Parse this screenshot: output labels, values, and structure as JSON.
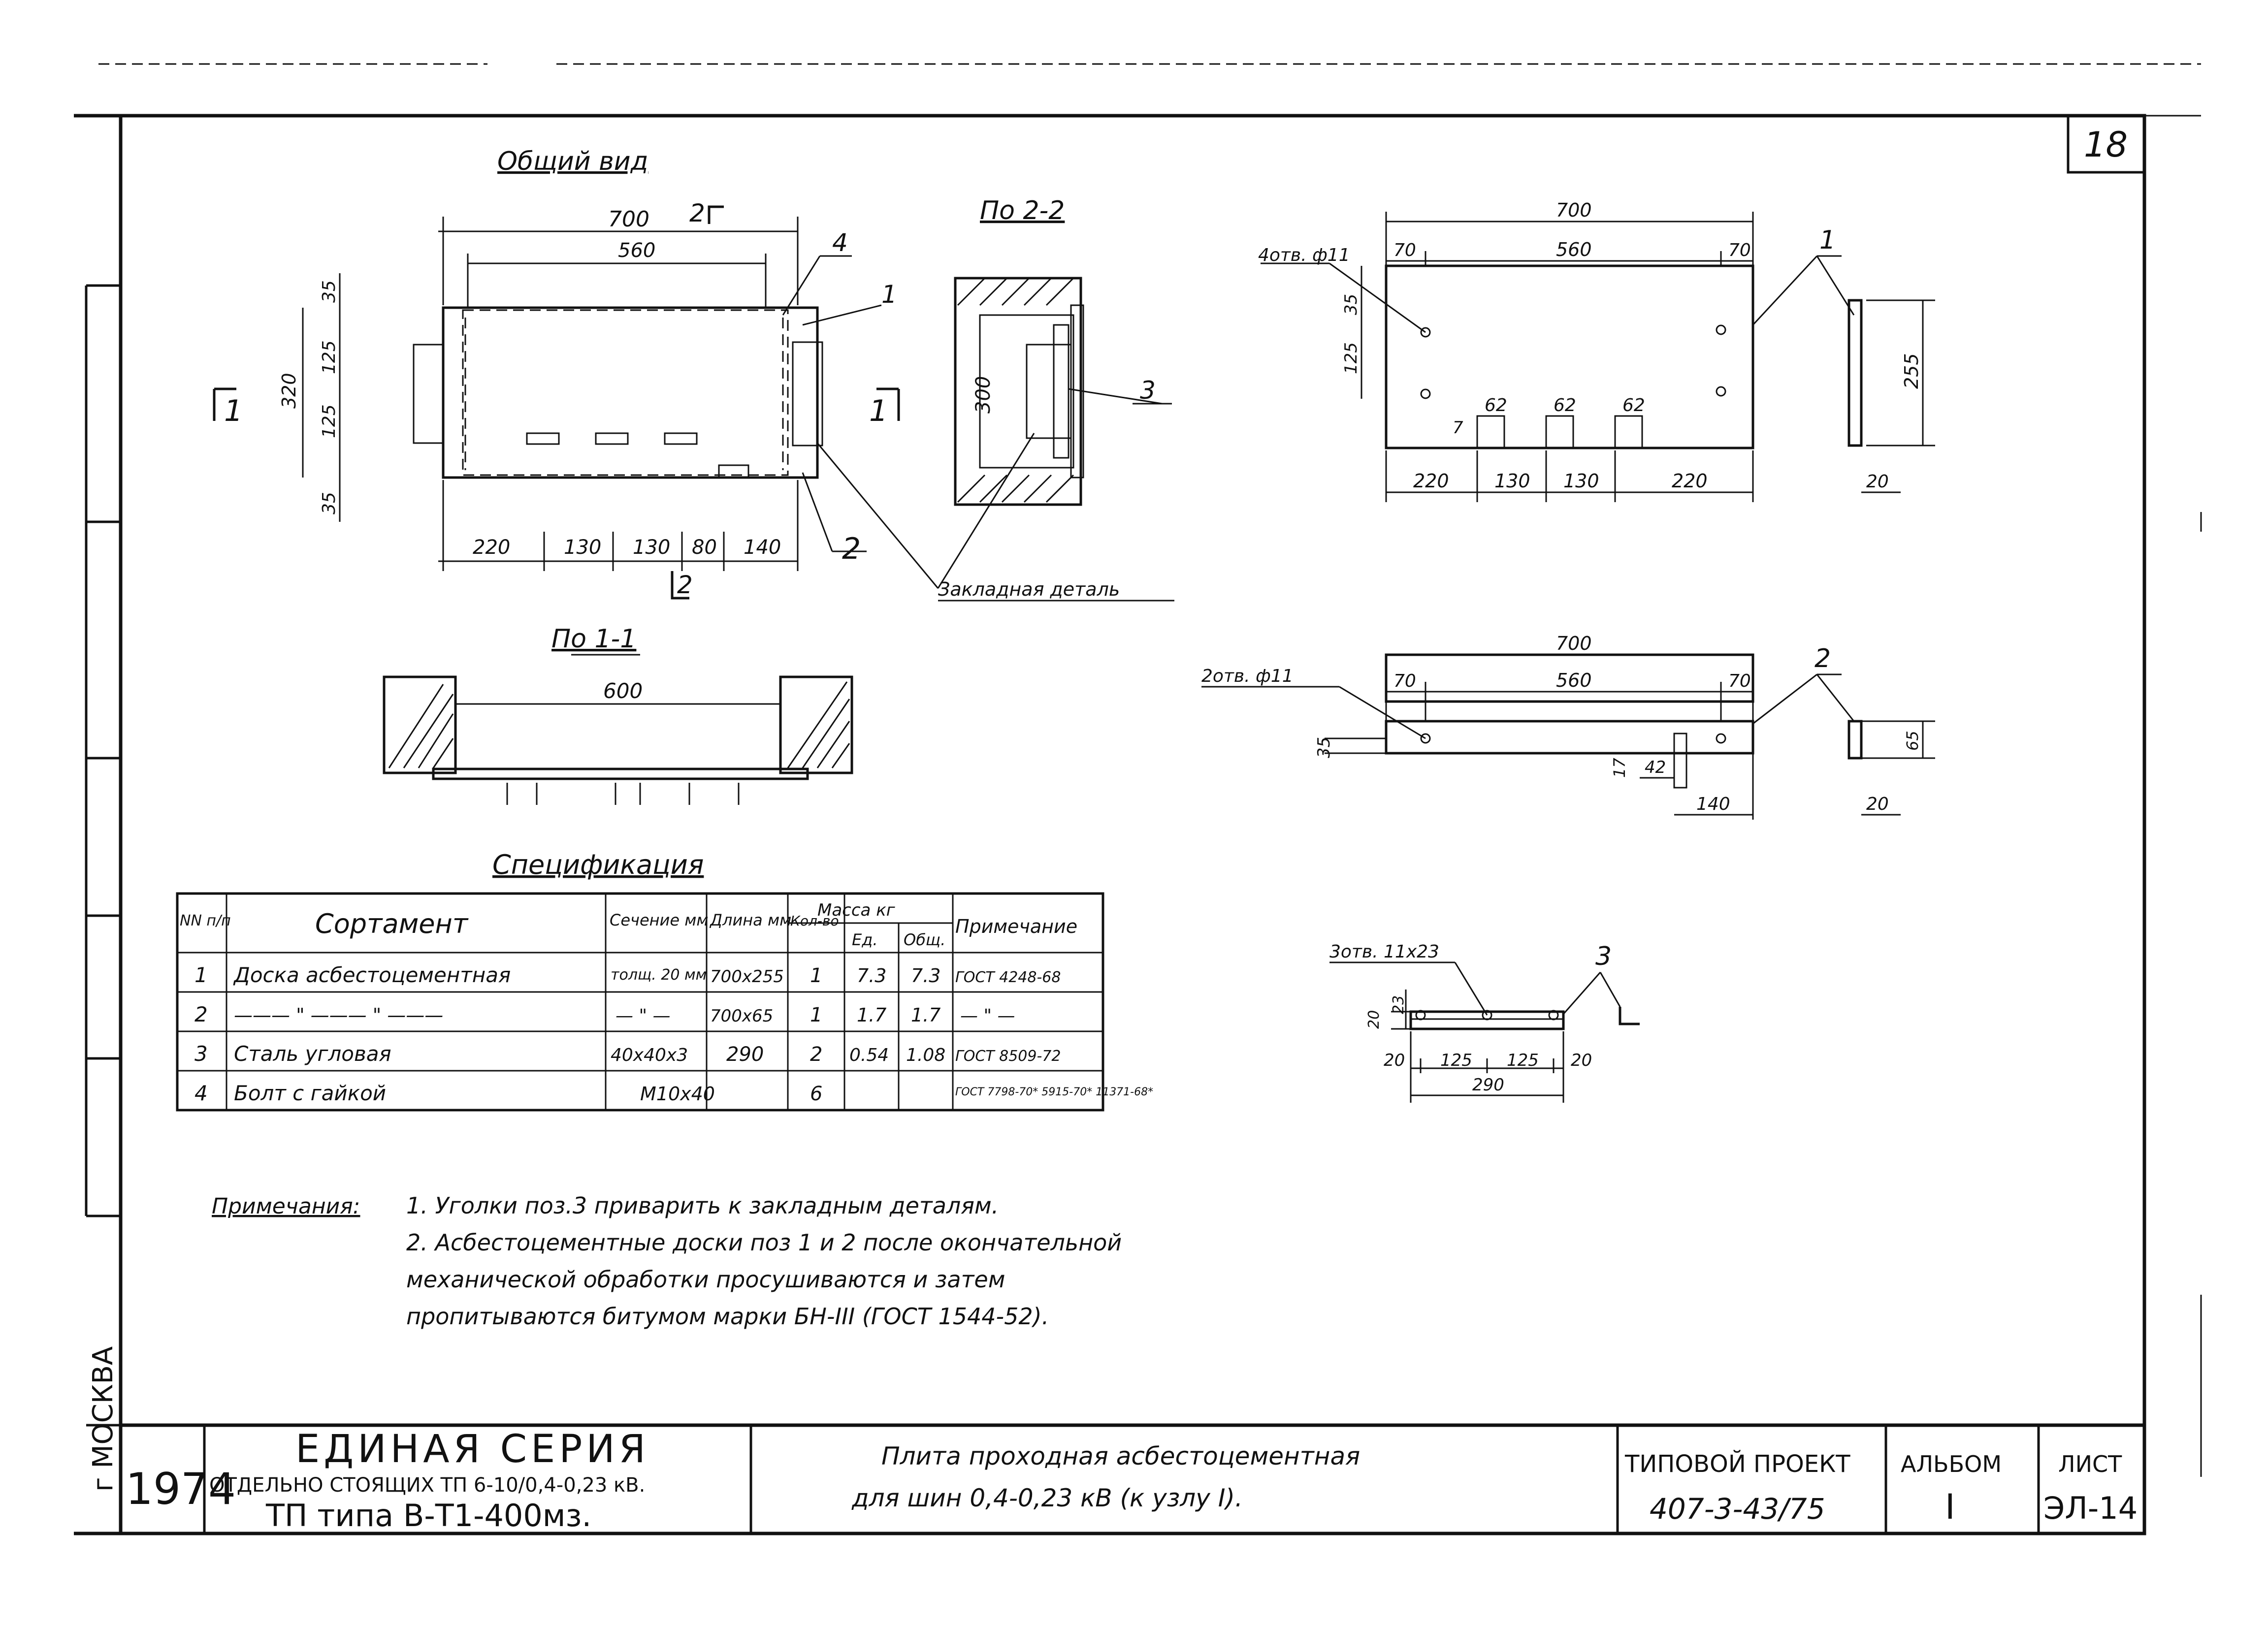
{
  "sheet_number": "18",
  "general_view": {
    "title": "Общий вид",
    "section_mark_2": "2",
    "section_mark_1": "1",
    "dims": {
      "overall_width": "700",
      "inner_width": "560",
      "height": "320",
      "top_margin": "35",
      "bottom_margin": "35",
      "upper_125": "125",
      "lower_125": "125",
      "b1": "220",
      "b2": "130",
      "b3": "130",
      "b4": "80",
      "b5": "140"
    },
    "callouts": {
      "c4": "4",
      "c1": "1",
      "c2": "2"
    }
  },
  "section_22": {
    "title": "По 2-2",
    "dim_300": "300",
    "callout_3": "3",
    "embedded_label": "Закладная деталь"
  },
  "section_11": {
    "title": "По 1-1",
    "dim_600": "600"
  },
  "part1": {
    "holes": "4отв. ф11",
    "dims": {
      "w700": "700",
      "d70a": "70",
      "d560": "560",
      "d70b": "70",
      "d35": "35",
      "d125": "125",
      "n62a": "62",
      "n62b": "62",
      "n62c": "62",
      "notch_depth": "7",
      "b220a": "220",
      "b130a": "130",
      "b130b": "130",
      "b220b": "220",
      "side_h": "255",
      "side_t": "20"
    },
    "callout": "1"
  },
  "part2": {
    "holes": "2отв. ф11",
    "dims": {
      "w700": "700",
      "d70a": "70",
      "d560": "560",
      "d70b": "70",
      "d35": "35",
      "d17": "17",
      "d42": "42",
      "d140": "140",
      "side_h": "65",
      "side_t": "20"
    },
    "callout": "2"
  },
  "part3": {
    "holes": "3отв. 11х23",
    "dims": {
      "d23": "23",
      "d20": "20",
      "b20a": "20",
      "b125a": "125",
      "b125b": "125",
      "b20b": "20",
      "total": "290"
    },
    "callout": "3"
  },
  "spec": {
    "title": "Спецификация",
    "headers": {
      "num": "NN п/п",
      "assort": "Сортамент",
      "section": "Сечение мм",
      "length": "Длина мм",
      "qty": "Кол-во",
      "mass": "Масса кг",
      "mass_unit": "Ед.",
      "mass_total": "Общ.",
      "note": "Примечание"
    },
    "rows": [
      {
        "num": "1",
        "assort": "Доска асбестоцементная",
        "section": "толщ. 20 мм",
        "length": "700x255",
        "qty": "1",
        "unit": "7.3",
        "total": "7.3",
        "note": "ГОСТ 4248-68"
      },
      {
        "num": "2",
        "assort": "——— \" ——— \" ———",
        "section": "— \" —",
        "length": "700x65",
        "qty": "1",
        "unit": "1.7",
        "total": "1.7",
        "note": "— \" —"
      },
      {
        "num": "3",
        "assort": "Сталь угловая",
        "section": "40x40x3",
        "length": "290",
        "qty": "2",
        "unit": "0.54",
        "total": "1.08",
        "note": "ГОСТ 8509-72"
      },
      {
        "num": "4",
        "assort": "Болт с гайкой",
        "section": "М10x40",
        "length": "",
        "qty": "6",
        "unit": "",
        "total": "",
        "note": "ГОСТ 7798-70* 5915-70* 11371-68*"
      }
    ]
  },
  "notes": {
    "label": "Примечания:",
    "lines": [
      "1. Уголки поз.3 приварить к закладным деталям.",
      "2. Асбестоцементные доски поз 1 и 2 после окончательной",
      "механической обработки просушиваются и затем",
      "пропитываются битумом марки БН-III (ГОСТ 1544-52)."
    ]
  },
  "side_strip": {
    "city": "г МОСКВА"
  },
  "title_block": {
    "year": "1974",
    "series_title": "ЕДИНАЯ СЕРИЯ",
    "series_sub": "ОТДЕЛЬНО СТОЯЩИХ ТП 6-10/0,4-0,23 кВ.",
    "tp_type": "ТП типа В-Т1-400мз.",
    "desc_line1": "Плита проходная асбестоцементная",
    "desc_line2": "для шин 0,4-0,23 кВ (к узлу I).",
    "project_label": "ТИПОВОЙ ПРОЕКТ",
    "project_value": "407-3-43/75",
    "album_label": "АЛЬБОМ",
    "album_value": "I",
    "sheet_label": "ЛИСТ",
    "sheet_value": "ЭЛ-14"
  }
}
